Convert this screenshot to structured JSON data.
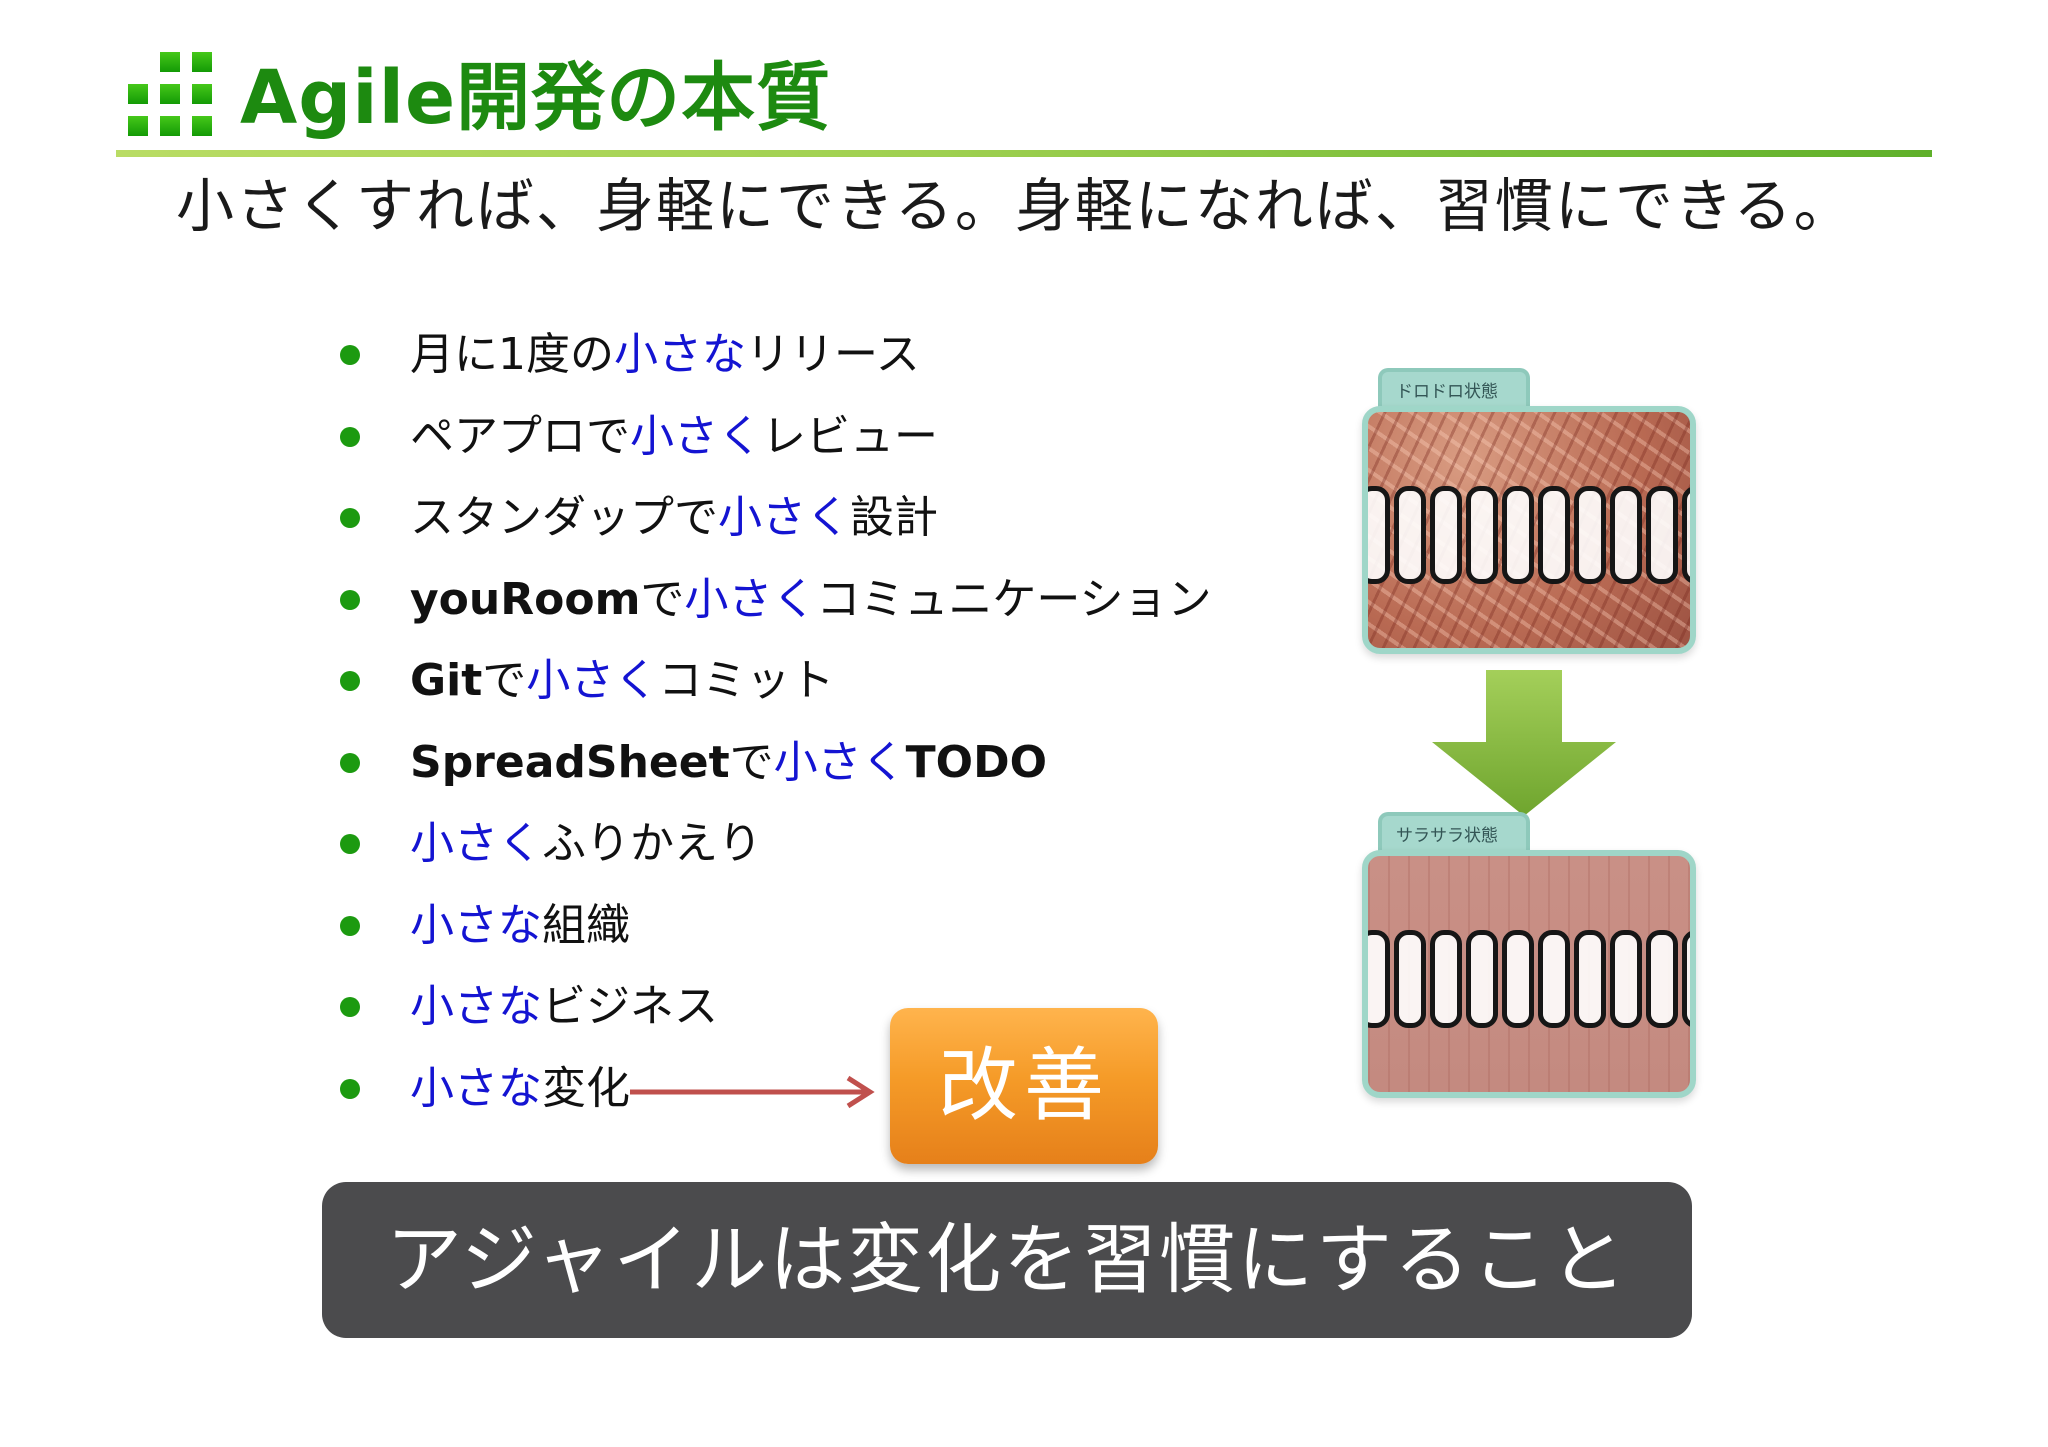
{
  "slide": {
    "title": "Agile開発の本質",
    "subtitle": "小さくすれば、身軽にできる。身軽になれば、習慣にできる。"
  },
  "bullets": [
    {
      "a": "",
      "b": "月に1度の",
      "c": "小さな",
      "d": "リリース"
    },
    {
      "a": "",
      "b": "ペアプロで",
      "c": "小さく",
      "d": "レビュー"
    },
    {
      "a": "",
      "b": "スタンダップで",
      "c": "小さく",
      "d": "設計"
    },
    {
      "a": "youRoom",
      "b": "で",
      "c": "小さく",
      "d": "コミュニケーション"
    },
    {
      "a": "Git",
      "b": "で",
      "c": "小さく",
      "d": "コミット"
    },
    {
      "a": "SpreadSheet",
      "b": "で",
      "c": "小さく",
      "d": "TODO"
    },
    {
      "a": "",
      "b": "",
      "c": "小さく",
      "d": "ふりかえり"
    },
    {
      "a": "",
      "b": "",
      "c": "小さな",
      "d": "組織"
    },
    {
      "a": "",
      "b": "",
      "c": "小さな",
      "d": "ビジネス"
    },
    {
      "a": "",
      "b": "",
      "c": "小さな",
      "d": "変化"
    }
  ],
  "callout": {
    "label": "改善"
  },
  "diagram": {
    "before_label": "ドロドロ状態",
    "after_label": "サラサラ状態"
  },
  "banner": {
    "text": "アジャイルは変化を習慣にすること"
  },
  "colors": {
    "title_green": "#1d8a10",
    "bullet_green": "#1c9a10",
    "highlight_blue": "#1414d2",
    "callout_orange": "#f59b28",
    "banner_gray": "#4b4b4d"
  }
}
